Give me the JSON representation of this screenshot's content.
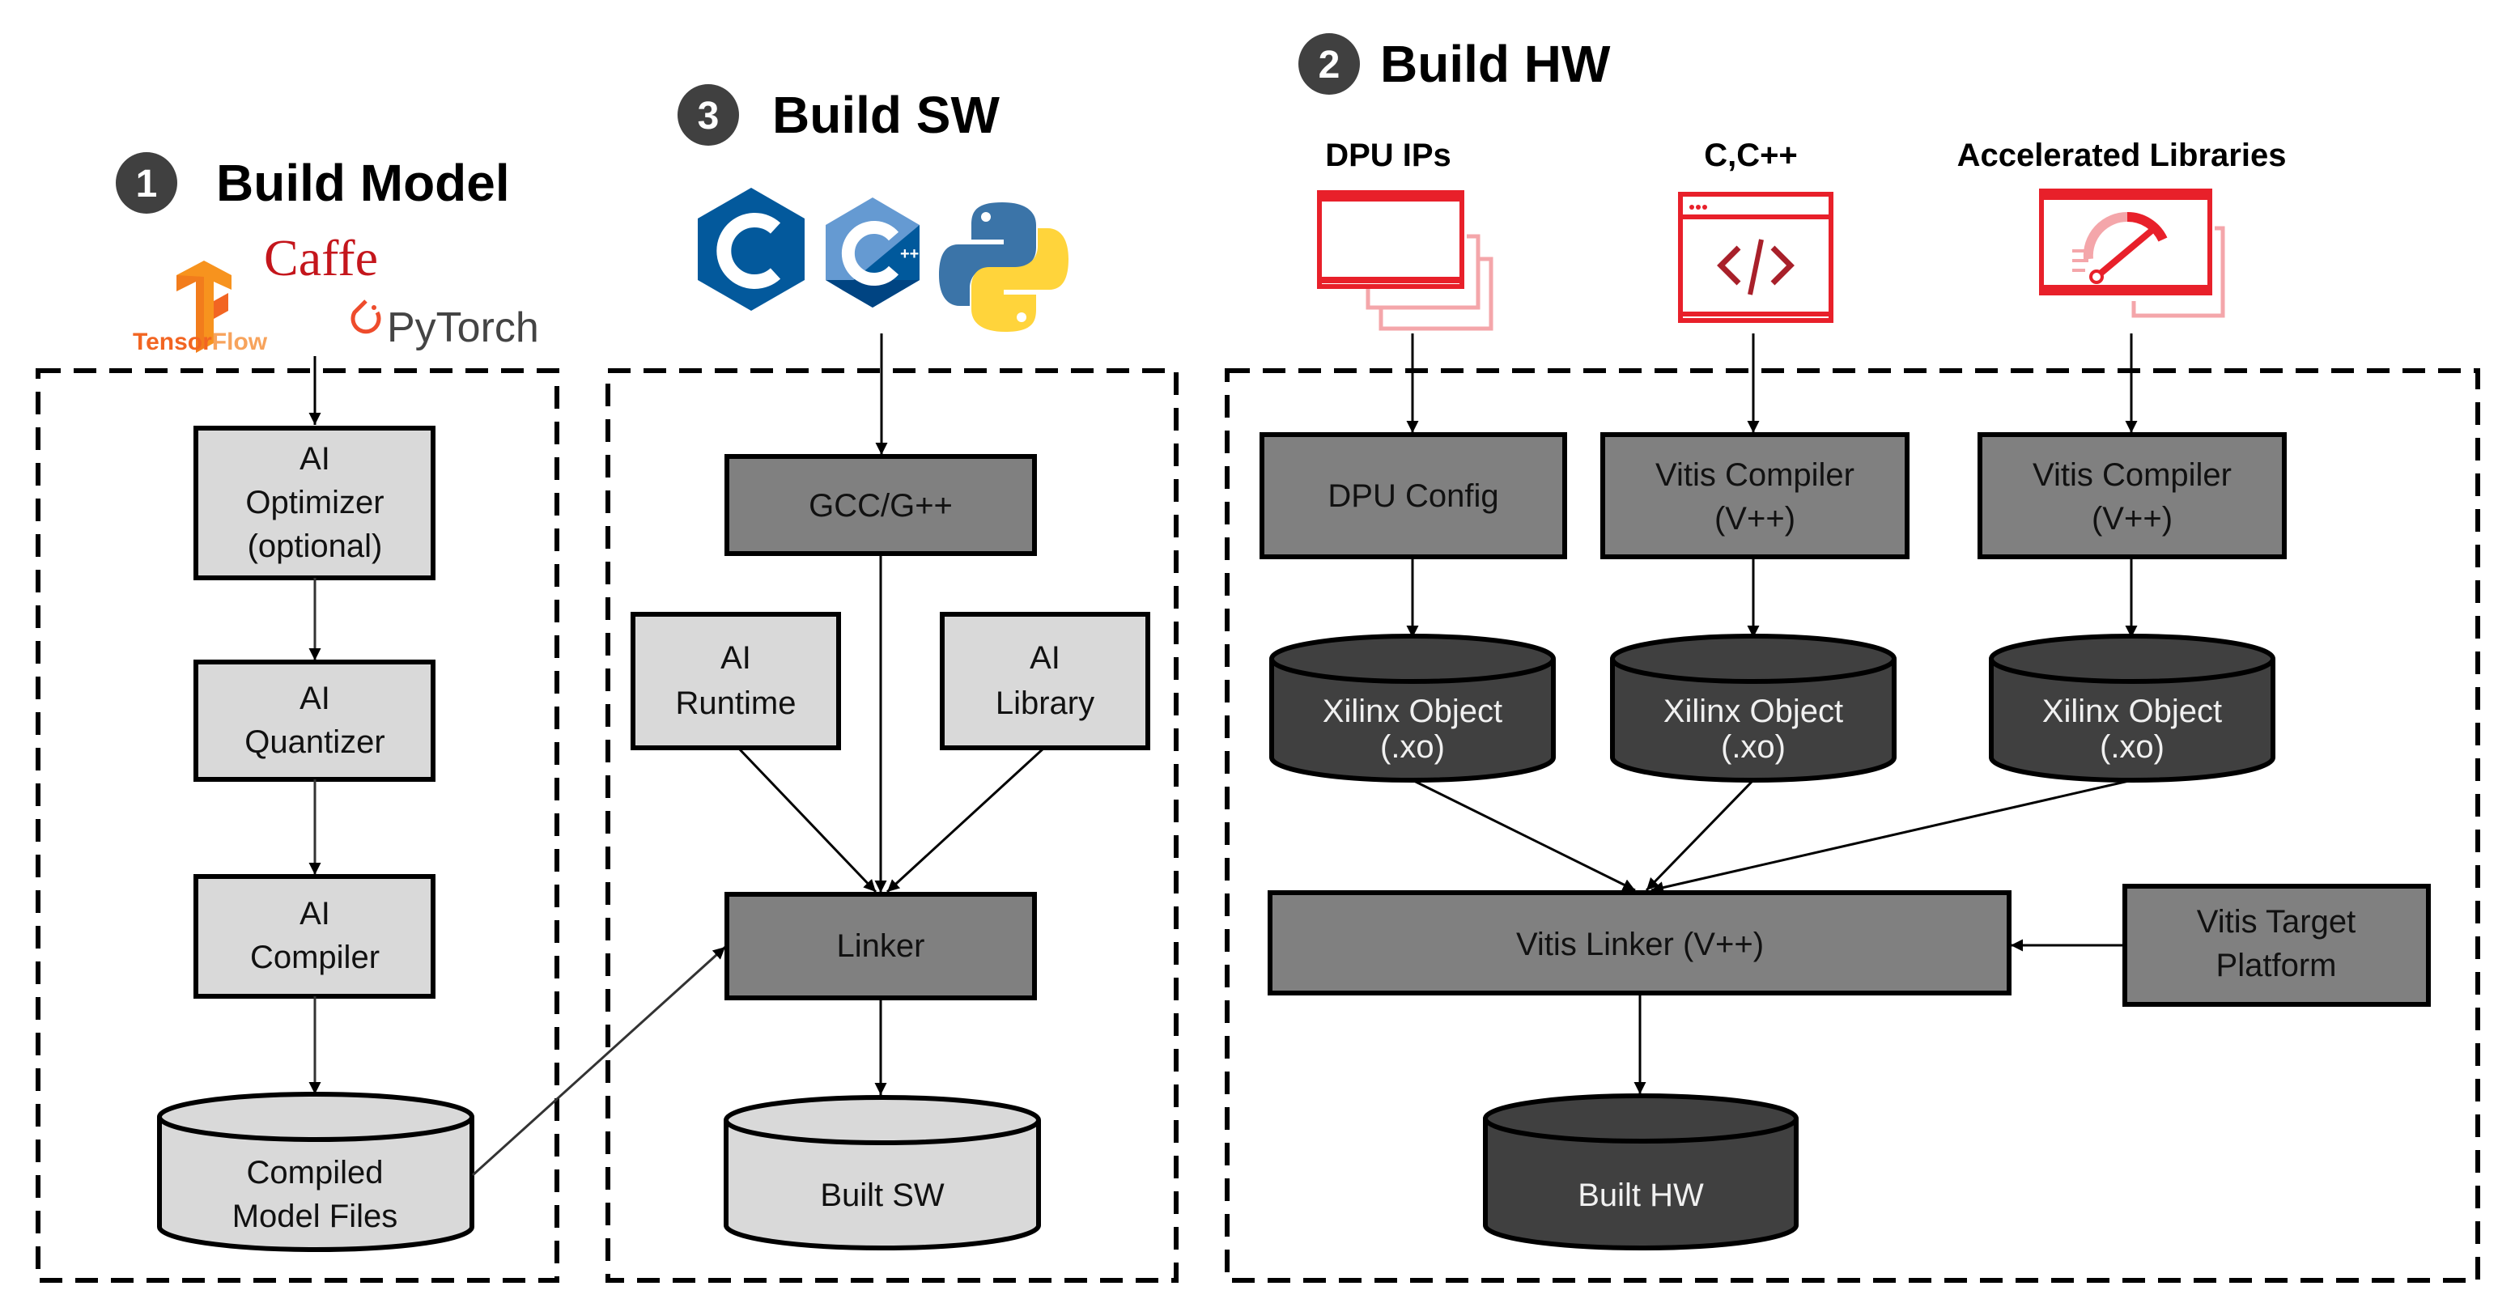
{
  "steps": {
    "model": {
      "number": "1",
      "title": "Build Model"
    },
    "sw": {
      "number": "3",
      "title": "Build SW"
    },
    "hw": {
      "number": "2",
      "title": "Build HW"
    }
  },
  "model_frameworks": {
    "caffe": "Caffe",
    "tensorflow_a": "Tensor",
    "tensorflow_b": "Flow",
    "pytorch": "PyTorch"
  },
  "model_flow": {
    "optimizer": [
      "AI",
      "Optimizer",
      "(optional)"
    ],
    "quantizer": [
      "AI",
      "Quantizer"
    ],
    "compiler": [
      "AI",
      "Compiler"
    ],
    "output": [
      "Compiled",
      "Model Files"
    ]
  },
  "sw_languages": [
    "C",
    "C++",
    "Python"
  ],
  "sw_flow": {
    "gcc": "GCC/G++",
    "runtime": [
      "AI",
      "Runtime"
    ],
    "library": [
      "AI",
      "Library"
    ],
    "linker": "Linker",
    "output": "Built SW"
  },
  "hw_sources": {
    "dpu_ips": "DPU IPs",
    "c_cpp": "C,C++",
    "accel_libs": "Accelerated Libraries"
  },
  "hw_flow": {
    "dpu_config": "DPU Config",
    "vitis_compiler_1": [
      "Vitis Compiler",
      "(V++)"
    ],
    "vitis_compiler_2": [
      "Vitis Compiler",
      "(V++)"
    ],
    "xo_1": [
      "Xilinx Object",
      "(.xo)"
    ],
    "xo_2": [
      "Xilinx Object",
      "(.xo)"
    ],
    "xo_3": [
      "Xilinx Object",
      "(.xo)"
    ],
    "vitis_linker": "Vitis Linker (V++)",
    "target_platform": [
      "Vitis Target",
      "Platform"
    ],
    "output": "Built HW"
  },
  "colors": {
    "light_box": "#d9d9d9",
    "mid_box": "#808080",
    "dark_box": "#404040",
    "step_circle": "#404040",
    "accent_red": "#e8202a",
    "accent_pink": "#f4a6aa",
    "c_blue": "#03599c",
    "python_blue": "#3b74a8",
    "python_yellow": "#ffd43b",
    "tf_orange": "#f7931e"
  }
}
